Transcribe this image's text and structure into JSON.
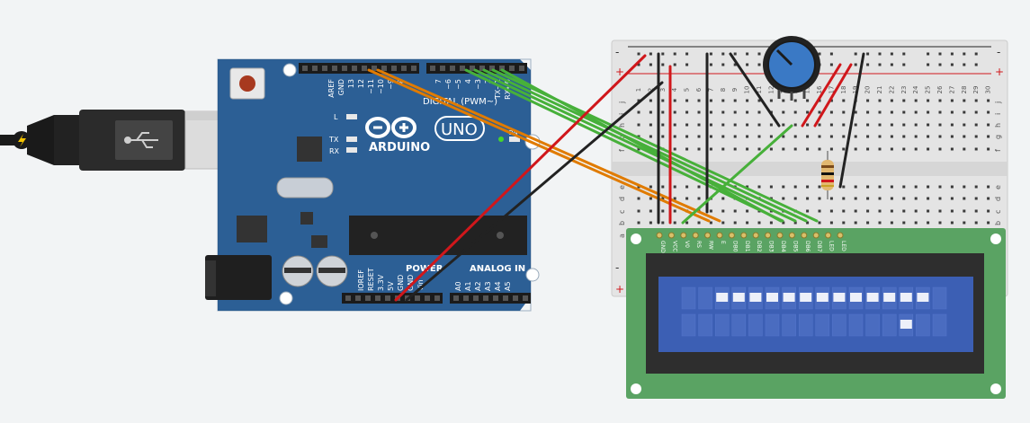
{
  "arduino": {
    "brand": "ARDUINO",
    "model": "UNO",
    "digital_header_label": "DIGITAL (PWM~)",
    "power_label": "POWER",
    "analog_label": "ANALOG IN",
    "led_l": "L",
    "led_tx": "TX",
    "led_rx": "RX",
    "led_on": "ON",
    "top_pins_left": [
      "AREF",
      "GND",
      "13",
      "12",
      "~11",
      "~10",
      "~9",
      "8"
    ],
    "top_pins_right": [
      "7",
      "~6",
      "~5",
      "4",
      "~3",
      "2",
      "TX→1",
      "RX←0"
    ],
    "power_pins": [
      "IOREF",
      "RESET",
      "3.3V",
      "5V",
      "GND",
      "GND",
      "Vin"
    ],
    "analog_pins": [
      "A0",
      "A1",
      "A2",
      "A3",
      "A4",
      "A5"
    ]
  },
  "breadboard": {
    "columns": [
      "1",
      "2",
      "3",
      "4",
      "5",
      "6",
      "7",
      "8",
      "9",
      "10",
      "11",
      "12",
      "13",
      "14",
      "15",
      "16",
      "17",
      "18",
      "19",
      "20",
      "21",
      "22",
      "23",
      "24",
      "25",
      "26",
      "27",
      "28",
      "29",
      "30"
    ],
    "rows_top": [
      "j",
      "i",
      "h",
      "g",
      "f"
    ],
    "rows_bottom": [
      "e",
      "d",
      "c",
      "b",
      "a"
    ],
    "rail_plus": "+",
    "rail_minus": "-"
  },
  "lcd": {
    "pins": [
      "GND",
      "VCC",
      "V0",
      "RS",
      "RW",
      "E",
      "DB0",
      "DB1",
      "DB2",
      "DB3",
      "DB4",
      "DB5",
      "DB6",
      "DB7",
      "LED",
      "LED"
    ]
  },
  "colors": {
    "board": "#2c5f95",
    "lcd_pcb": "#5aa363",
    "lcd_screen": "#3c5fb4",
    "wire_green": "#47b03a",
    "wire_orange": "#e07b00",
    "wire_red": "#d0171b",
    "wire_black": "#222222"
  },
  "icons": [
    "usb-plug-icon",
    "lightning-icon",
    "potentiometer-icon",
    "resistor-icon",
    "usb-symbol-icon"
  ]
}
